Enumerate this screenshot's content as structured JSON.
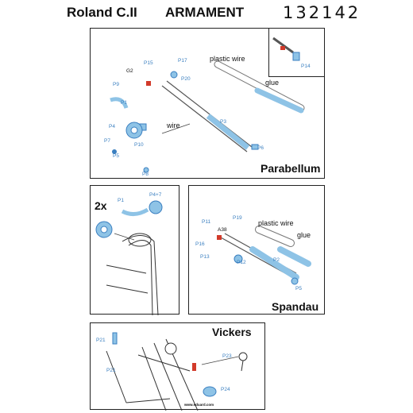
{
  "header": {
    "title": "Roland C.II",
    "section": "ARMAMENT",
    "code": "132142"
  },
  "parabellum": {
    "label": "Parabellum",
    "notes": {
      "plastic_wire": "plastic wire",
      "glue": "glue",
      "wire": "wire"
    },
    "parts": [
      "G2",
      "P15",
      "P17",
      "P20",
      "P9",
      "P1",
      "P4",
      "P7",
      "P5",
      "P10",
      "P8",
      "P3",
      "P6",
      "P14"
    ]
  },
  "mount": {
    "multiplier": "2x",
    "parts": [
      "P1",
      "P4+7"
    ]
  },
  "spandau": {
    "label": "Spandau",
    "notes": {
      "plastic_wire": "plastic wire",
      "glue": "glue"
    },
    "parts": [
      "P11",
      "P19",
      "A38",
      "P16",
      "P13",
      "P12",
      "P2",
      "P5"
    ]
  },
  "vickers": {
    "label": "Vickers",
    "parts": [
      "P21",
      "P21",
      "P23",
      "P24"
    ]
  },
  "footer": {
    "website": "www.eduard.com"
  },
  "colors": {
    "part_blue": "#8ec3e6",
    "label_blue": "#3a7fc0",
    "accent_red": "#d23a2a"
  }
}
